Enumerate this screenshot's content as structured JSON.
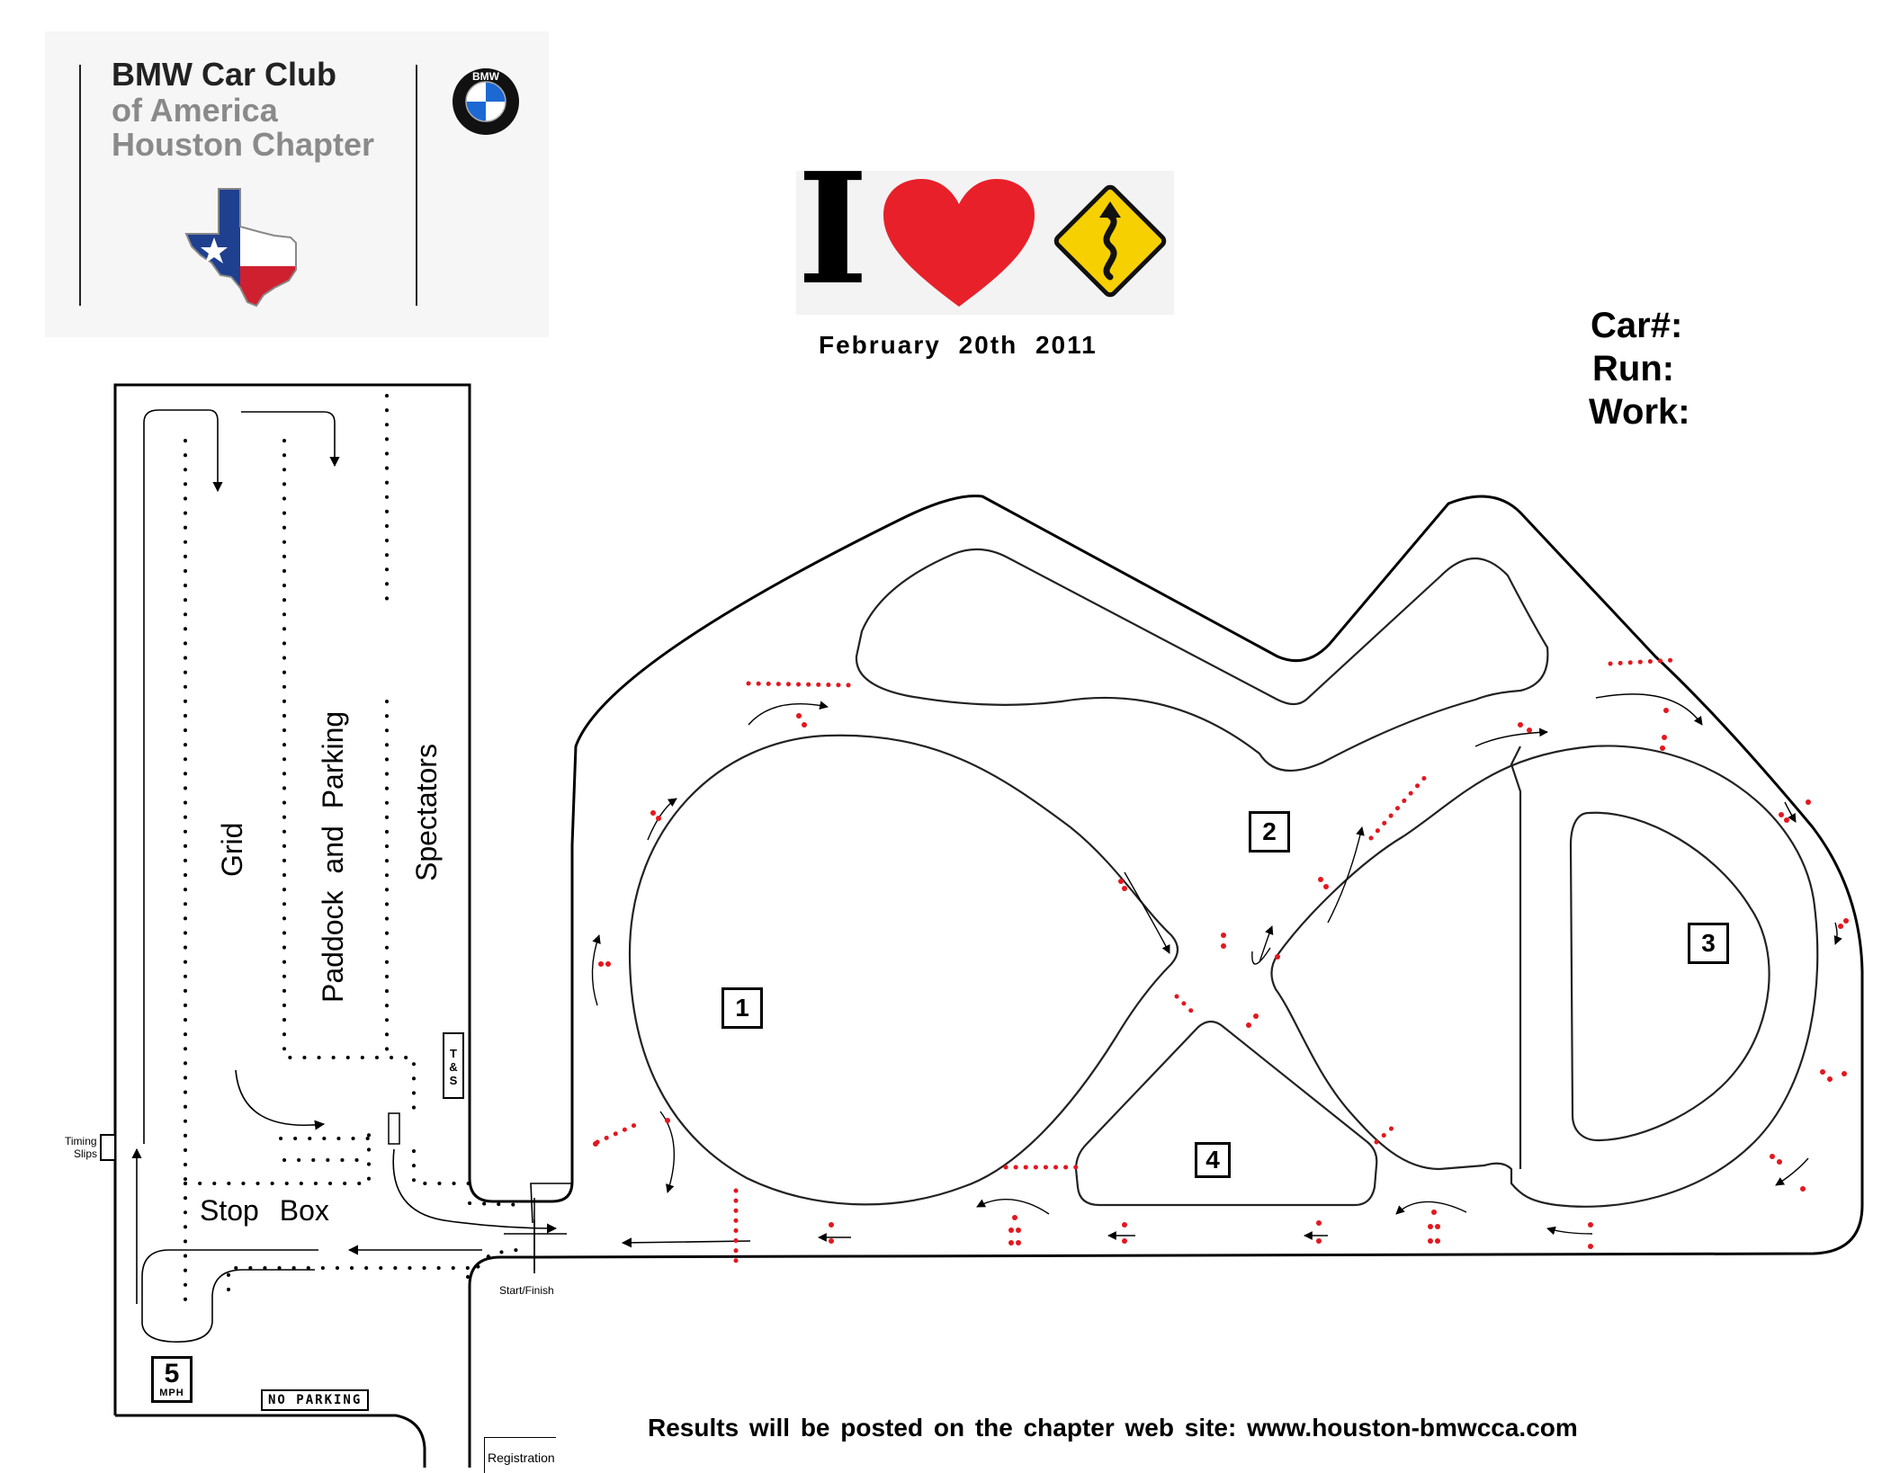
{
  "header": {
    "club_line1": "BMW Car Club",
    "club_line2": "of America",
    "club_line3": "Houston Chapter",
    "bmw_logo_letters": "BMW",
    "i_letter": "I",
    "event_date": "February 20th 2011"
  },
  "form": {
    "car_label": "Car#:",
    "run_label": "Run:",
    "work_label": "Work:"
  },
  "map": {
    "grid_label": "Grid",
    "paddock_label": "Paddock and Parking",
    "spectators_label": "Spectators",
    "stop_box_label": "Stop Box",
    "timing_slips_line1": "Timing",
    "timing_slips_line2": "Slips",
    "ts_line1": "T",
    "ts_line2": "&",
    "ts_line3": "S",
    "start_finish_label": "Start/Finish",
    "registration_label": "Registration",
    "speed_sign_value": "5",
    "speed_sign_unit": "MPH",
    "no_parking_label": "NO PARKING",
    "stations": [
      "1",
      "2",
      "3",
      "4"
    ]
  },
  "footer": {
    "results_text": "Results will be posted on the chapter web site: www.houston-bmwcca.com"
  },
  "colors": {
    "cone_red": "#e3171e",
    "heart_red": "#e8202a",
    "sign_yellow": "#f6d000",
    "flag_blue": "#1f3f8f",
    "flag_red": "#cf2030",
    "grey_text": "#8a8a8a"
  }
}
